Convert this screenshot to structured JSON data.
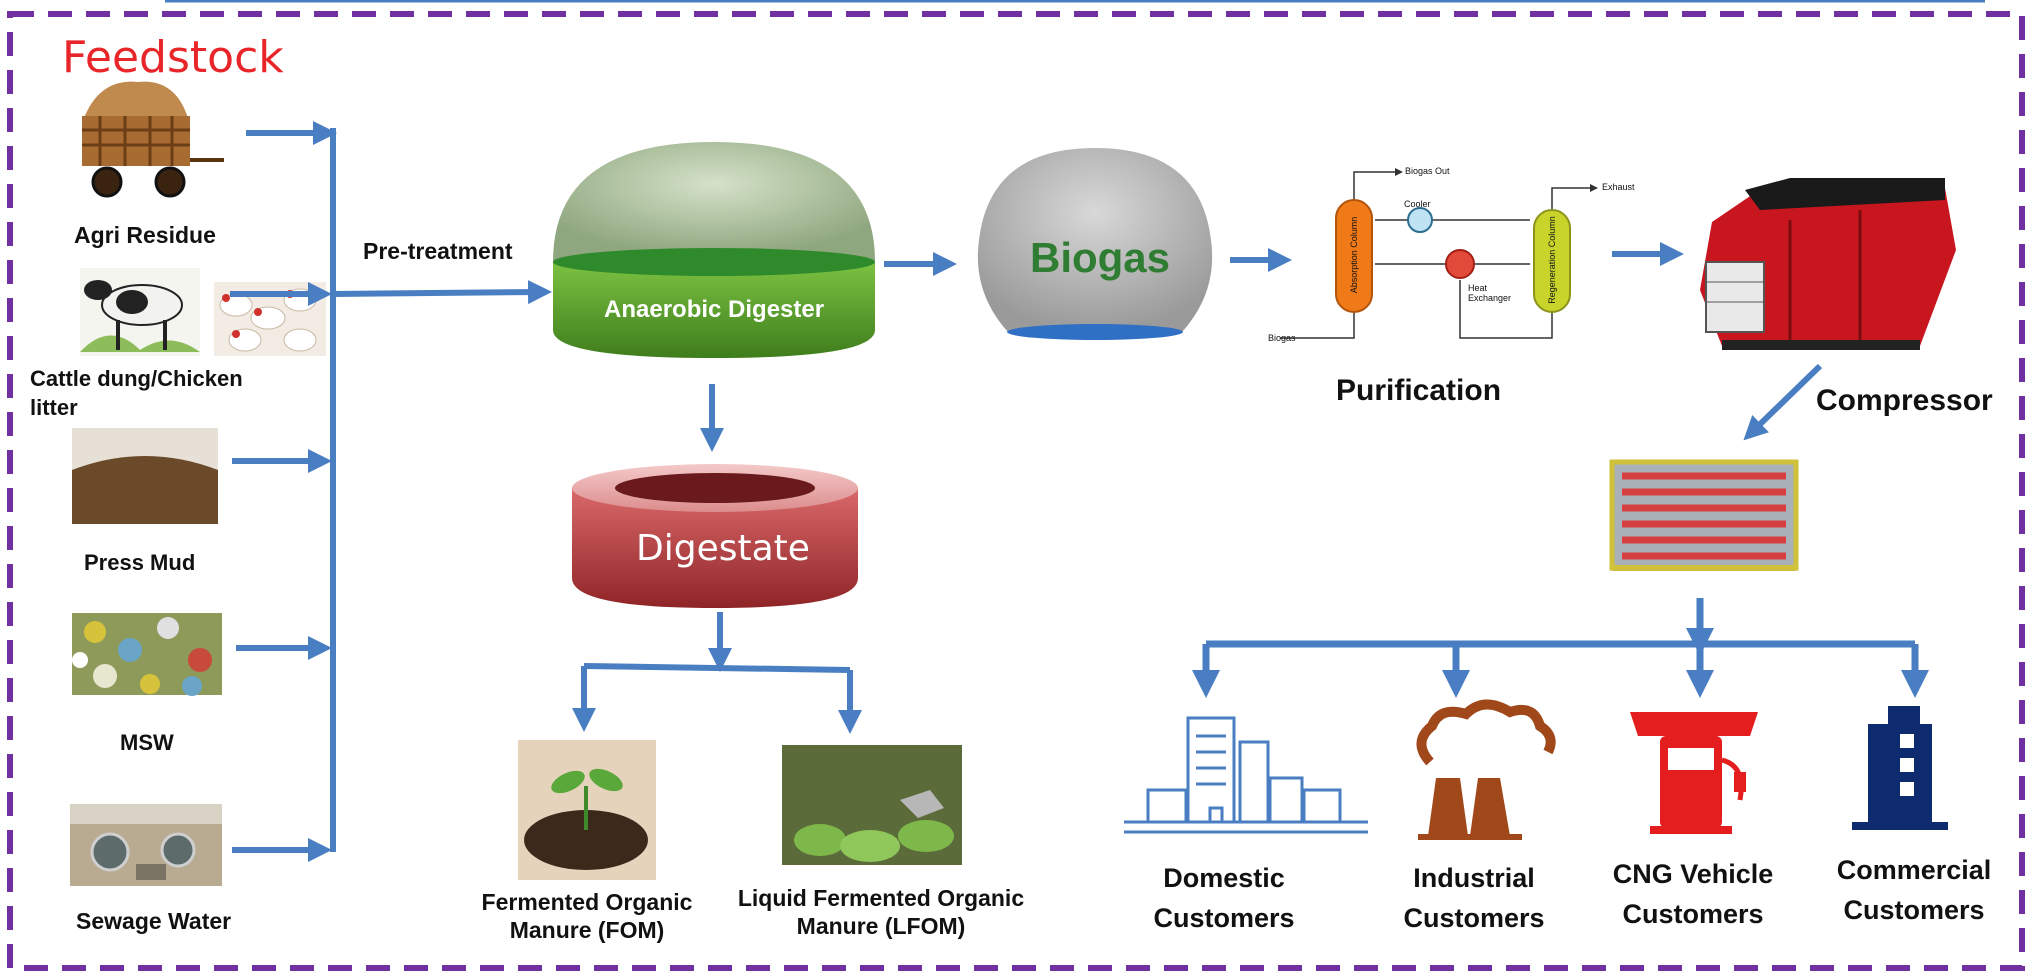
{
  "title": "Feedstock",
  "feedstock": {
    "agri_residue": "Agri Residue",
    "cattle_chicken": "Cattle dung/Chicken litter",
    "press_mud": "Press Mud",
    "msw": "MSW",
    "sewage_water": "Sewage Water"
  },
  "pretreatment": "Pre-treatment",
  "digester": "Anaerobic Digester",
  "biogas": "Biogas",
  "digestate": "Digestate",
  "manure": {
    "fom": "Fermented Organic Manure (FOM)",
    "lfom": "Liquid Fermented Organic Manure (LFOM)"
  },
  "purification": {
    "label": "Purification",
    "biogas_out": "Biogas Out",
    "exhaust": "Exhaust",
    "cooler": "Cooler",
    "heat_exchanger": "Heat Exchanger",
    "absorption_column": "Absorption Column",
    "regeneration_column": "Regeneration Column",
    "biogas_in": "Biogas"
  },
  "compressor": "Compressor",
  "customers": {
    "domestic": "Domestic Customers",
    "industrial": "Industrial Customers",
    "cng": "CNG Vehicle Customers",
    "commercial": "Commercial Customers"
  },
  "colors": {
    "arrow": "#4a7ec2",
    "border": "#7030a0",
    "title": "#e8262a",
    "biogas_text": "#2e7d32",
    "digestate": "#b5373a",
    "digester_green": "#5a9a2c",
    "navy": "#0d2b6e",
    "industrial_brown": "#a0481a",
    "cng_red": "#e41e1e"
  }
}
